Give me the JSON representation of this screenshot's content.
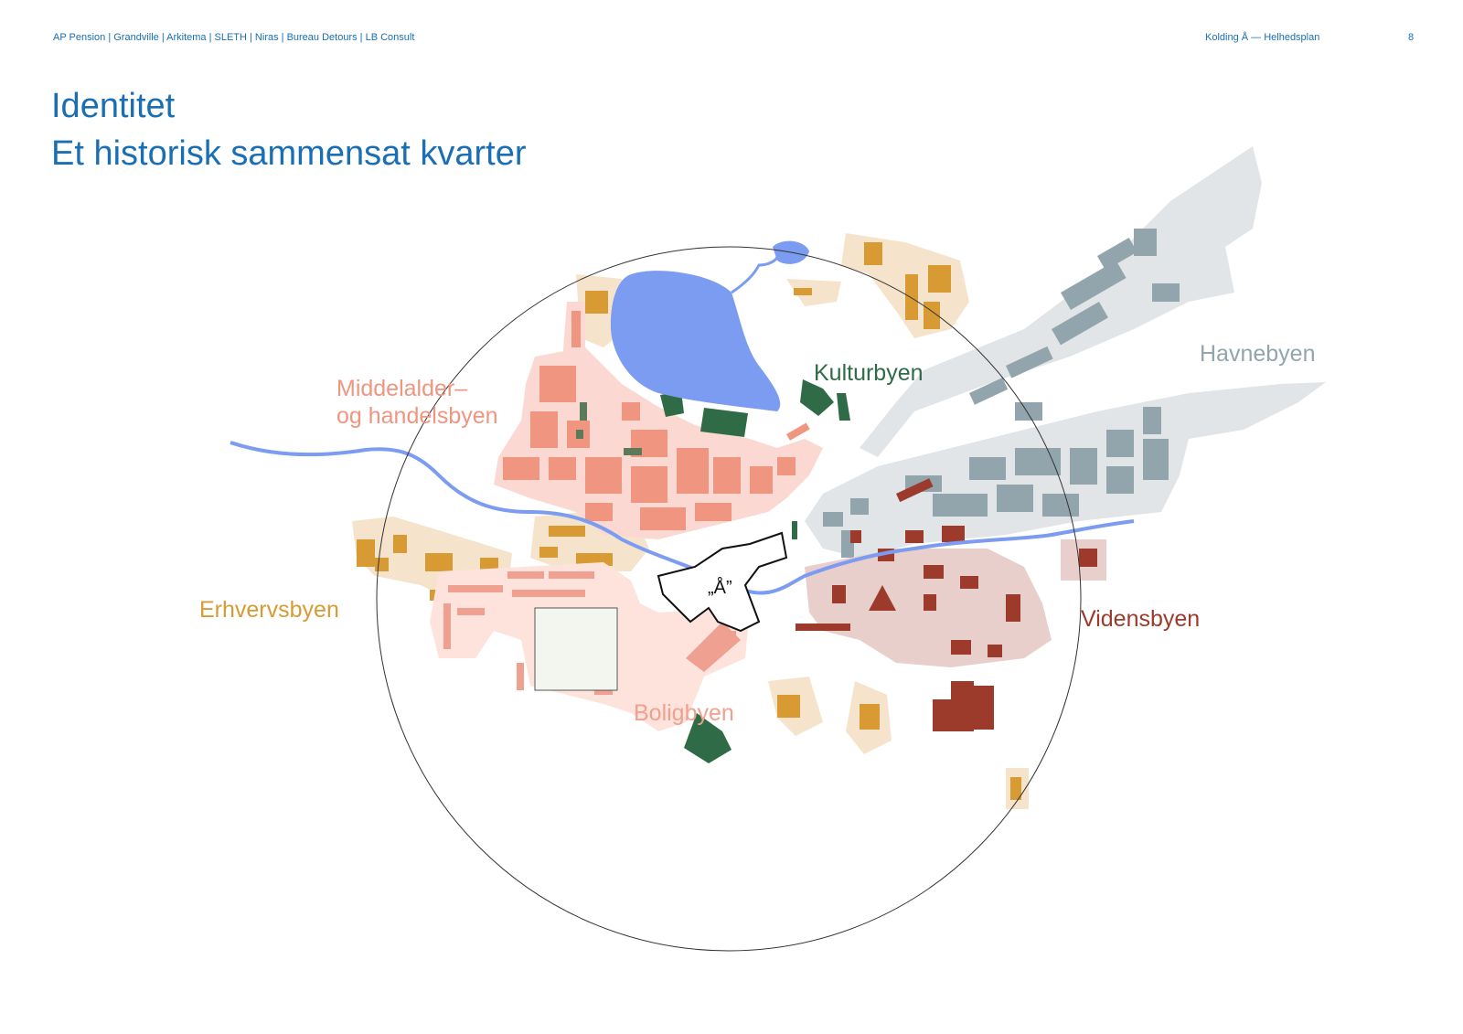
{
  "header": {
    "partners": "AP Pension | Grandville | Arkitema | SLETH | Niras | Bureau Detours | LB Consult",
    "project": "Kolding Å — Helhedsplan",
    "page_number": "8"
  },
  "title": {
    "line1": "Identitet",
    "line2": "Et historisk sammensat kvarter"
  },
  "map": {
    "districts": {
      "middelalder_line1": "Middelalder–",
      "middelalder_line2": "og handelsbyen",
      "kulturbyen": "Kulturbyen",
      "havnebyen": "Havnebyen",
      "erhvervsbyen": "Erhvervsbyen",
      "vidensbyen": "Vidensbyen",
      "boligbyen": "Boligbyen"
    },
    "site_label": "„Å”",
    "colors": {
      "middelalder": "#f0957f",
      "kulturbyen": "#2e6b46",
      "havnebyen": "#8fa4ac",
      "erhvervsbyen": "#d89b34",
      "vidensbyen": "#9c3b2c",
      "boligbyen": "#f0a090",
      "water": "#7b9cf0",
      "brand_blue": "#1a6fb4"
    }
  }
}
